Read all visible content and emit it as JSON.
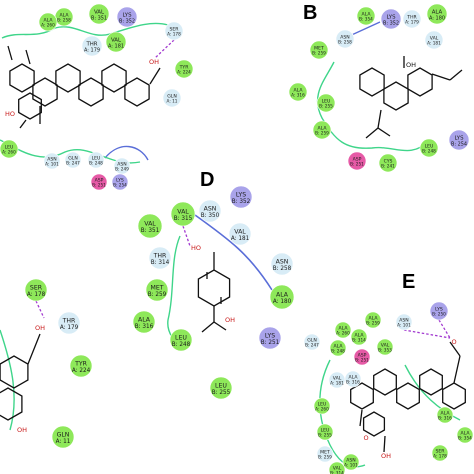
{
  "panels": {
    "b": "B",
    "d": "D",
    "e": "E"
  },
  "colors": {
    "hydrophobic": "#8ee85a",
    "polar": "#d8ecf6",
    "positive": "#a9a3ea",
    "negative": "#e65aa6",
    "pocket": "#3fd58a",
    "hbond": "#a23ad0",
    "pi": "#5a6ed8",
    "atom_o": "#e22020",
    "atom_c": "#111111"
  },
  "residues": {
    "r01": [
      "ALA",
      "B: 258"
    ],
    "r02": [
      "ALA",
      "A: 260"
    ],
    "r03": [
      "VAL",
      "B: 351"
    ],
    "r04": [
      "LYS",
      "B: 352"
    ],
    "r05": [
      "VAL",
      "A: 181"
    ],
    "r06": [
      "THR",
      "A: 179"
    ],
    "r07": [
      "SER",
      "A: 178"
    ],
    "r08": [
      "TYR",
      "A: 224"
    ],
    "r09": [
      "GLN",
      "A: 11"
    ],
    "r10": [
      "LEU",
      "A: 260"
    ],
    "r11": [
      "ASN",
      "A: 101"
    ],
    "r12": [
      "GLN",
      "B: 247"
    ],
    "r13": [
      "LEU",
      "B: 248"
    ],
    "r14": [
      "ASN",
      "B: 249"
    ],
    "r15": [
      "ASP",
      "B: 251"
    ],
    "r16": [
      "LYS",
      "B: 254"
    ],
    "r17": [
      "ALA",
      "B: 354"
    ],
    "r18": [
      "LYS",
      "B: 352"
    ],
    "r19": [
      "THR",
      "A: 179"
    ],
    "r20": [
      "ALA",
      "A: 180"
    ],
    "r21": [
      "VAL",
      "A: 181"
    ],
    "r22": [
      "MET",
      "B: 259"
    ],
    "r23": [
      "ASN",
      "B: 258"
    ],
    "r24": [
      "ALA",
      "A: 316"
    ],
    "r25": [
      "LEU",
      "B: 255"
    ],
    "r26": [
      "ALA",
      "B: 259"
    ],
    "r27": [
      "ASP",
      "B: 251"
    ],
    "r28": [
      "CYS",
      "B: 241"
    ],
    "r29": [
      "LEU",
      "B: 248"
    ],
    "r30": [
      "LYS",
      "B: 254"
    ],
    "r31": [
      "VAL",
      "B: 351"
    ],
    "r32": [
      "VAL",
      "B: 315"
    ],
    "r33": [
      "ASN",
      "B: 350"
    ],
    "r34": [
      "LYS",
      "B: 352"
    ],
    "r35": [
      "VAL",
      "A: 181"
    ],
    "r36": [
      "THR",
      "B: 314"
    ],
    "r37": [
      "ASN",
      "B: 258"
    ],
    "r38": [
      "MET",
      "B: 259"
    ],
    "r39": [
      "ALA",
      "A: 180"
    ],
    "r40": [
      "ALA",
      "B: 316"
    ],
    "r41": [
      "LEU",
      "B: 248"
    ],
    "r42": [
      "LYS",
      "B: 251"
    ],
    "r43": [
      "LEU",
      "B: 255"
    ],
    "r44": [
      "SER",
      "A: 178"
    ],
    "r45": [
      "THR",
      "A: 179"
    ],
    "r46": [
      "TYR",
      "A: 224"
    ],
    "r47": [
      "GLN",
      "A: 11"
    ],
    "r48": [
      "ALA",
      "A: 260"
    ],
    "r49": [
      "ALA",
      "B: 259"
    ],
    "r50": [
      "ALA",
      "B: 314"
    ],
    "r51": [
      "ASN",
      "A: 101"
    ],
    "r52": [
      "LYS",
      "B: 250"
    ],
    "r53": [
      "VAL",
      "B: 353"
    ],
    "r54": [
      "ASP",
      "B: 251"
    ],
    "r55": [
      "ALA",
      "B: 248"
    ],
    "r56": [
      "GLN",
      "B: 247"
    ],
    "r57": [
      "VAL",
      "A: 181"
    ],
    "r58": [
      "ALA",
      "B: 316"
    ],
    "r59": [
      "LEU",
      "A: 260"
    ],
    "r60": [
      "LEU",
      "B: 255"
    ],
    "r61": [
      "MET",
      "B: 259"
    ],
    "r62": [
      "ASN",
      "A: 101"
    ],
    "r63": [
      "VAL",
      "B: 314"
    ],
    "r64": [
      "ALA",
      "B: 316"
    ],
    "r65": [
      "ALA",
      "B: 354"
    ],
    "r66": [
      "SER",
      "A: 178"
    ]
  },
  "atoms": {
    "a01": "OH",
    "a02": "HO",
    "a03": "OH",
    "a04": "HO",
    "a05": "OH",
    "a06": "OH",
    "a07": "OH",
    "a08": "O",
    "a09": "O",
    "a10": "OH"
  }
}
